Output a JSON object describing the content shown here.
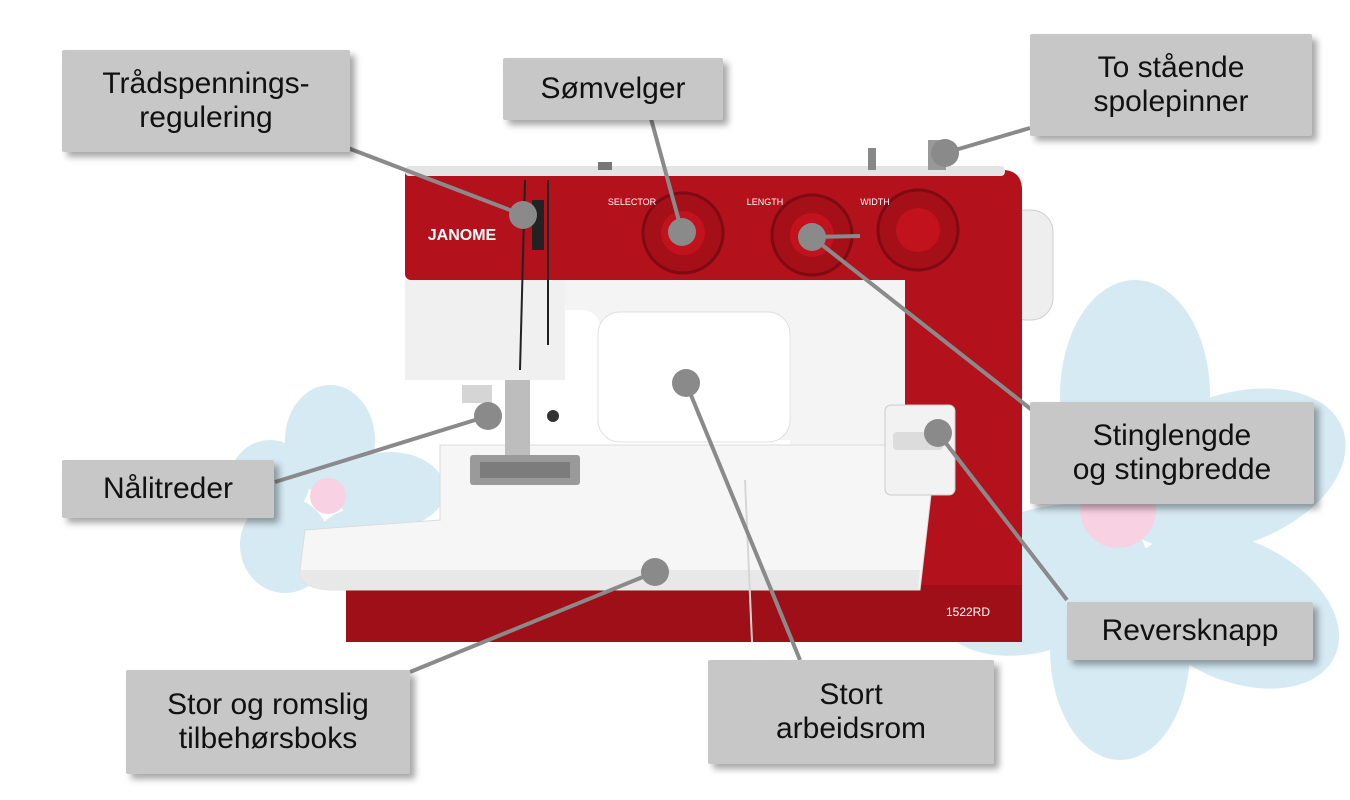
{
  "machine": {
    "brand": "JANOME",
    "model": "1522RD",
    "dial_labels": {
      "selector": "SELECTOR",
      "length": "LENGTH",
      "width": "WIDTH"
    },
    "colors": {
      "body_red": "#b3111b",
      "dark_red": "#8d0d15",
      "white_body": "#f4f4f4",
      "flower_blue": "#cfe7f2",
      "flower_pink": "#f7c9dd"
    }
  },
  "callouts": {
    "tension": {
      "line1": "Trådspennings-",
      "line2": "regulering"
    },
    "selector": {
      "line1": "Sømvelger"
    },
    "spool": {
      "line1": "To stående",
      "line2": "spolepinner"
    },
    "threader": {
      "line1": "Nålitreder"
    },
    "stitch": {
      "line1": "Stinglengde",
      "line2": "og stingbredde"
    },
    "reverse": {
      "line1": "Reversknapp"
    },
    "accessory": {
      "line1": "Stor og romslig",
      "line2": "tilbehørsboks"
    },
    "workspace": {
      "line1": "Stort",
      "line2": "arbeidsrom"
    }
  }
}
